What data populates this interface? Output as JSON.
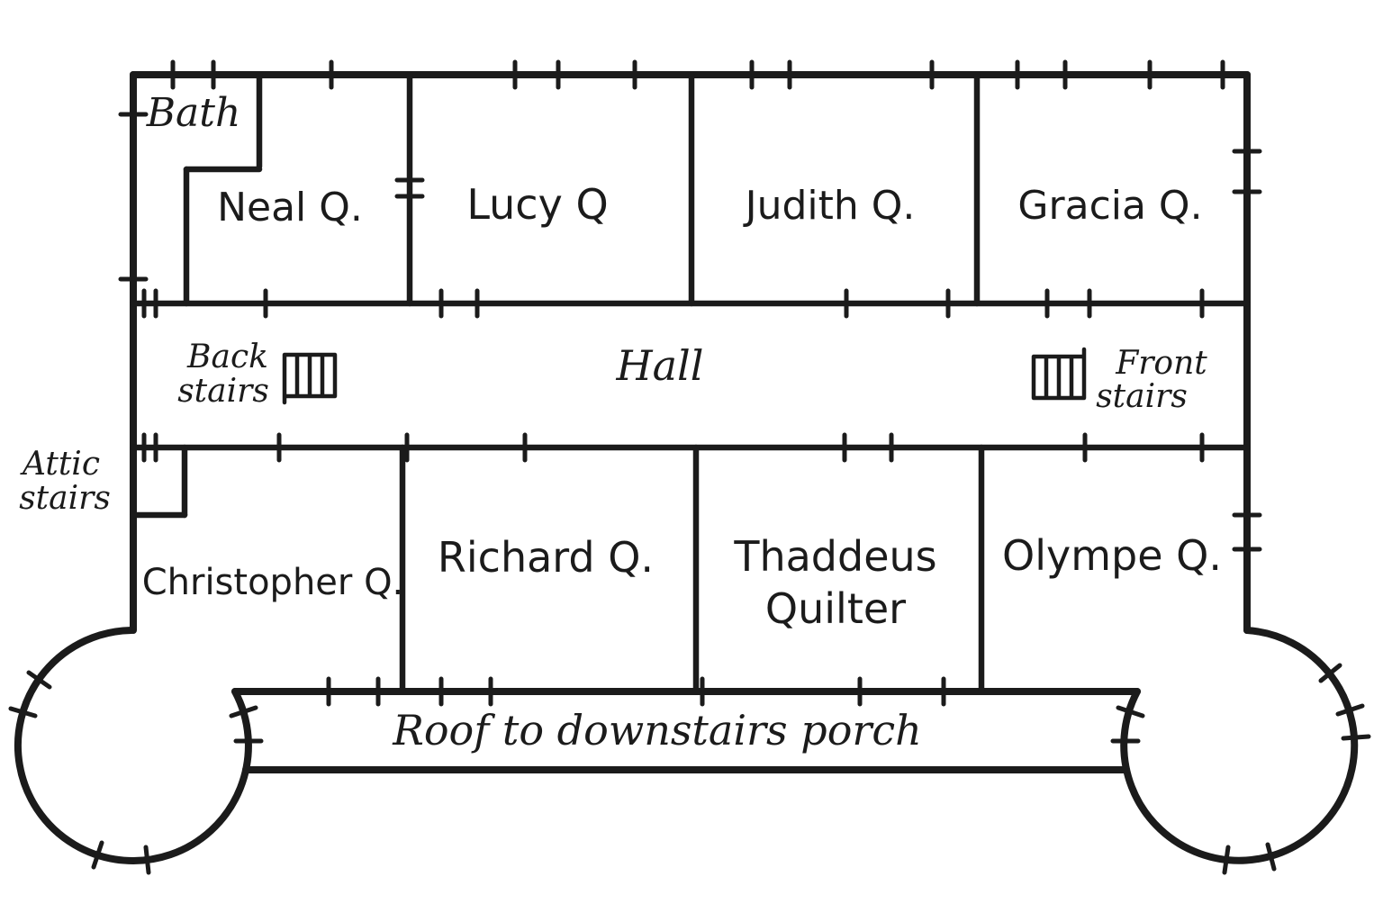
{
  "rooms": {
    "bath": "Bath",
    "neal": "Neal Q.",
    "lucy": "Lucy Q",
    "judith": "Judith Q.",
    "gracia": "Gracia Q.",
    "hall": "Hall",
    "christopher": "Christopher Q.",
    "richard": "Richard Q.",
    "thaddeus": {
      "line1": "Thaddeus",
      "line2": "Quilter"
    },
    "olympe": "Olympe Q."
  },
  "stairs": {
    "back": {
      "line1": "Back",
      "line2": "stairs"
    },
    "front": {
      "line1": "Front",
      "line2": "stairs"
    },
    "attic": {
      "line1": "Attic",
      "line2": "stairs"
    }
  },
  "porch": {
    "label": "Roof to downstairs porch"
  },
  "colors": {
    "ink": "#1b1b1b",
    "paper": "#ffffff"
  }
}
